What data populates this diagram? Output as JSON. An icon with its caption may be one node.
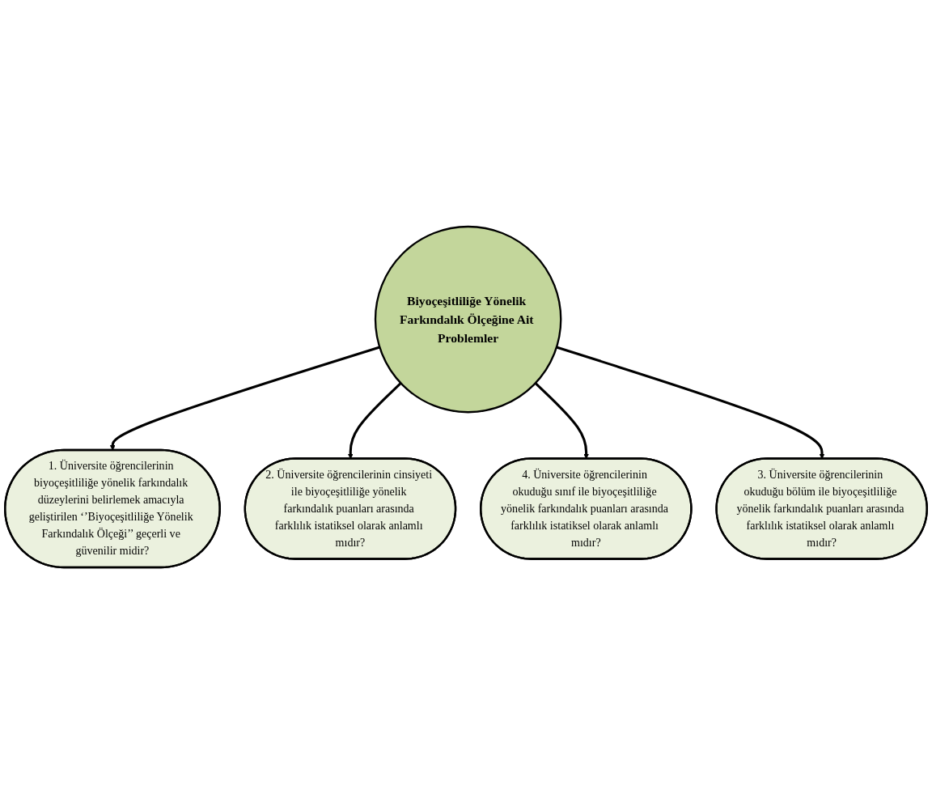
{
  "diagram": {
    "nodes": [
      {
        "text": [
          "1. Üniversite öğrencilerinin biyoçeşitliliğe yönelik farkındalık düzeylerini belirlemek amacıyla geliştirilen ‘’Biyoçeşitliliğe Yönelik Farkındalık Ölçeği’’ geçerli ve güvenilir midir?"
        ]
      },
      {
        "text": [
          "2. Üniversite öğrencilerinin cinsiyeti ile biyoçeşitliliğe yönelik farkındalık puanları arasında farklılık istatiksel olarak anlamlı mıdır?"
        ]
      },
      {
        "text": [
          "Biyoçeşitliliğe Yönelik Farkındalık Ölçeğine Ait Problemler"
        ]
      },
      {
        "text": [
          "4. Üniversite öğrencilerinin okuduğu sınıf ile biyoçeşitliliğe yönelik farkındalık puanları arasında farklılık istatiksel olarak anlamlı mıdır?"
        ]
      },
      {
        "text": [
          "3. Üniversite öğrencilerinin okuduğu bölüm ile biyoçeşitliliğe yönelik farkındalık puanları arasında farklılık istatiksel olarak anlamlı mıdır?"
        ]
      }
    ],
    "edges": [
      {
        "from": 2,
        "to": 0,
        "arrow": "to"
      },
      {
        "from": 2,
        "to": 1,
        "arrow": "to"
      },
      {
        "from": 2,
        "to": 3,
        "arrow": "to"
      },
      {
        "from": 2,
        "to": 4,
        "arrow": "to"
      }
    ]
  }
}
